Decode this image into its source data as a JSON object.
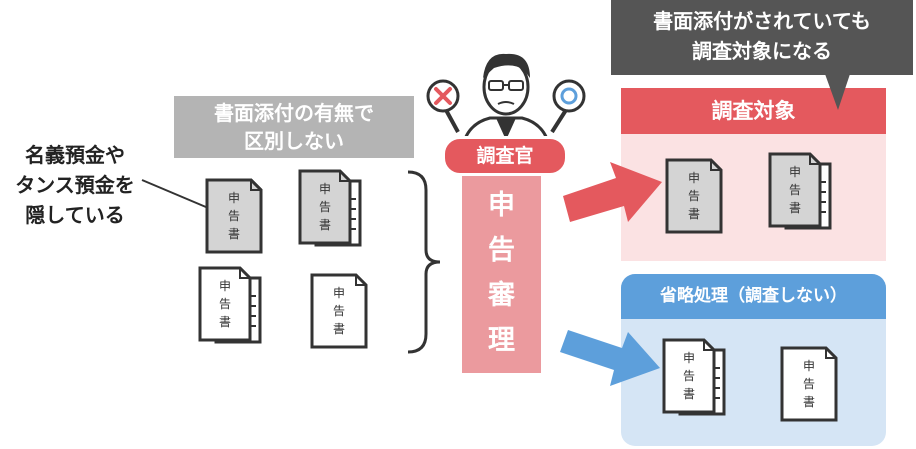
{
  "note_left": {
    "line1": "名義預金や",
    "line2": "タンス預金を",
    "line3": "隠している"
  },
  "grey_label": {
    "line1": "書面添付の有無で",
    "line2": "区別しない"
  },
  "callout": {
    "line1": "書面添付がされていても",
    "line2": "調査対象になる"
  },
  "inspector": {
    "role": "調査官"
  },
  "process": {
    "c1": "申",
    "c2": "告",
    "c3": "審",
    "c4": "理"
  },
  "target": {
    "title": "調査対象"
  },
  "skip": {
    "title": "省略処理（調査しない）"
  },
  "doc": {
    "c1": "申",
    "c2": "告",
    "c3": "書"
  },
  "colors": {
    "red": "#e4595e",
    "pink": "#fbe2e3",
    "blue": "#5d9fdb",
    "light_blue": "#d5e5f5",
    "grey": "#b4b4b4",
    "dark": "#555555"
  }
}
